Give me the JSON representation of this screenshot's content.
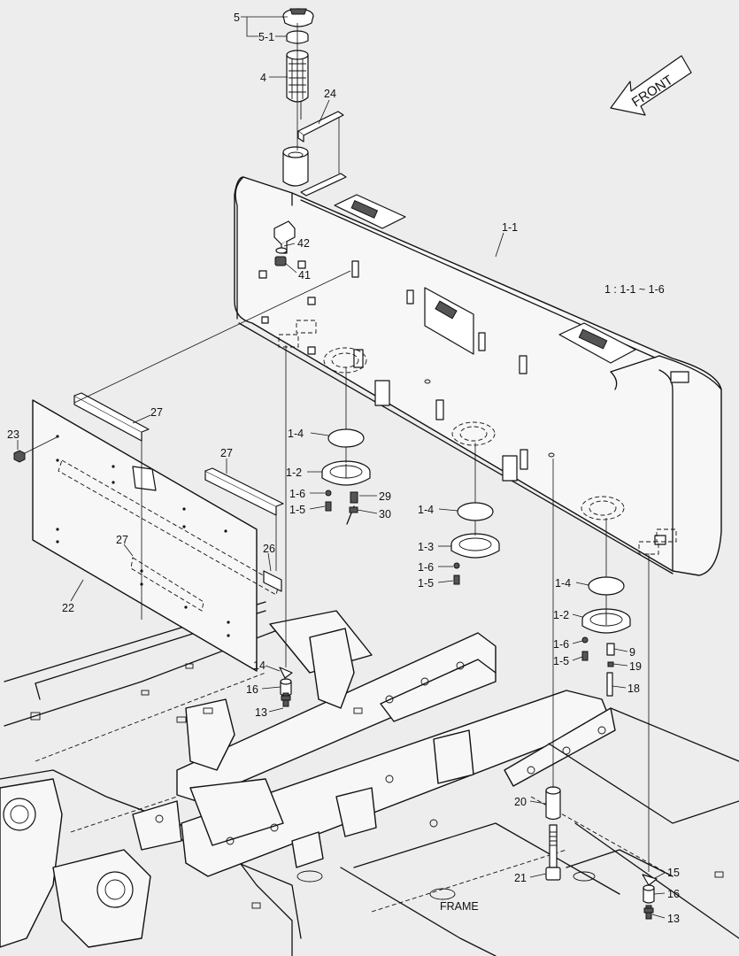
{
  "labels": {
    "p5": "5",
    "p5_1": "5-1",
    "p4": "4",
    "p24": "24",
    "p1_1": "1-1",
    "p42": "42",
    "p41": "41",
    "note": "1 : 1-1 ~ 1-6",
    "p27a": "27",
    "p27b": "27",
    "p27c": "27",
    "p23": "23",
    "p22": "22",
    "p26": "26",
    "p1_4a": "1-4",
    "p1_2a": "1-2",
    "p1_6a": "1-6",
    "p1_5a": "1-5",
    "p29": "29",
    "p30": "30",
    "p1_4b": "1-4",
    "p1_3": "1-3",
    "p1_6b": "1-6",
    "p1_5b": "1-5",
    "p1_4c": "1-4",
    "p1_2b": "1-2",
    "p1_6c": "1-6",
    "p1_5c": "1-5",
    "p9": "9",
    "p19": "19",
    "p18": "18",
    "p14": "14",
    "p16a": "16",
    "p13a": "13",
    "p20": "20",
    "p21": "21",
    "p15": "15",
    "p16b": "16",
    "p13b": "13",
    "frame": "FRAME",
    "front": "FRONT"
  }
}
